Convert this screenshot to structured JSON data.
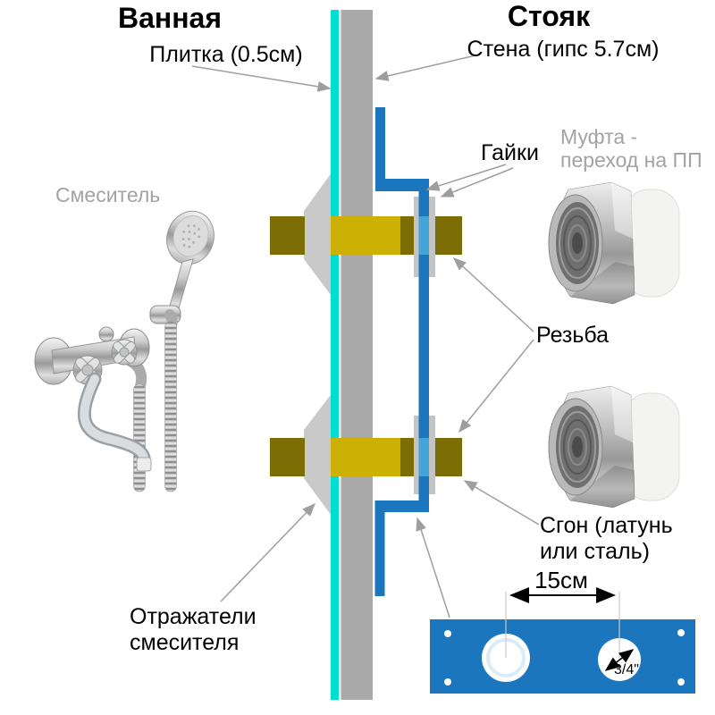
{
  "diagram": {
    "title_left": "Ванная",
    "title_right": "Стояк",
    "tile_label": "Плитка (0.5см)",
    "wall_label": "Стена (гипс 5.7см)",
    "mixer_label": "Смеситель",
    "nuts_label": "Гайки",
    "coupling_label": [
      "Муфта -",
      "переход на ПП"
    ],
    "thread_label": "Резьба",
    "nipple_label": [
      "Сгон (латунь",
      "или сталь)"
    ],
    "reflectors_label": [
      "Отражатели",
      "смесителя"
    ],
    "plate": {
      "distance_label": "15см",
      "hole_label": "3/4\""
    },
    "colors": {
      "wall": "#a9a9a9",
      "tile": "#00ded3",
      "pipe_blue": "#1b76bd",
      "pipe_light": "#41a5da",
      "brass_bright": "#ccb104",
      "brass_dark": "#7c6d04",
      "sleeve": "#c4c4c4",
      "reflector": "#c9c9c9",
      "plate_blue": "#1b76bd",
      "label_gray": "#a3a3a3",
      "leader_gray": "#9e9e9e"
    }
  }
}
